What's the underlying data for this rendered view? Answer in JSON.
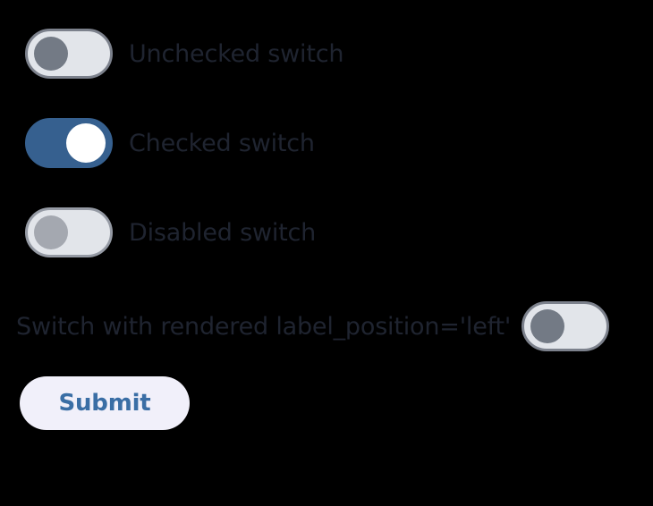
{
  "page": {
    "background_color": "#000000"
  },
  "theme": {
    "accent_blue": "#36608f",
    "label_color": "#1f2430",
    "track_off_color": "#e2e5ea",
    "track_border_color": "#7c818c",
    "knob_off_color": "#737a85",
    "knob_on_color": "#ffffff",
    "knob_disabled_color": "#a4a8b0",
    "button_background": "#f1f0fa",
    "button_text_color": "#3a6ea5"
  },
  "form": {
    "switches": [
      {
        "name": "unchecked-switch",
        "label": "Unchecked switch",
        "checked": false,
        "disabled": false,
        "label_position": "right"
      },
      {
        "name": "checked-switch",
        "label": "Checked switch",
        "checked": true,
        "disabled": false,
        "label_position": "right"
      },
      {
        "name": "disabled-switch",
        "label": "Disabled switch",
        "checked": false,
        "disabled": true,
        "label_position": "right"
      },
      {
        "name": "left-label-switch",
        "label": "Switch with rendered label_position='left'",
        "checked": false,
        "disabled": false,
        "label_position": "left"
      }
    ],
    "submit": {
      "label": "Submit"
    }
  }
}
